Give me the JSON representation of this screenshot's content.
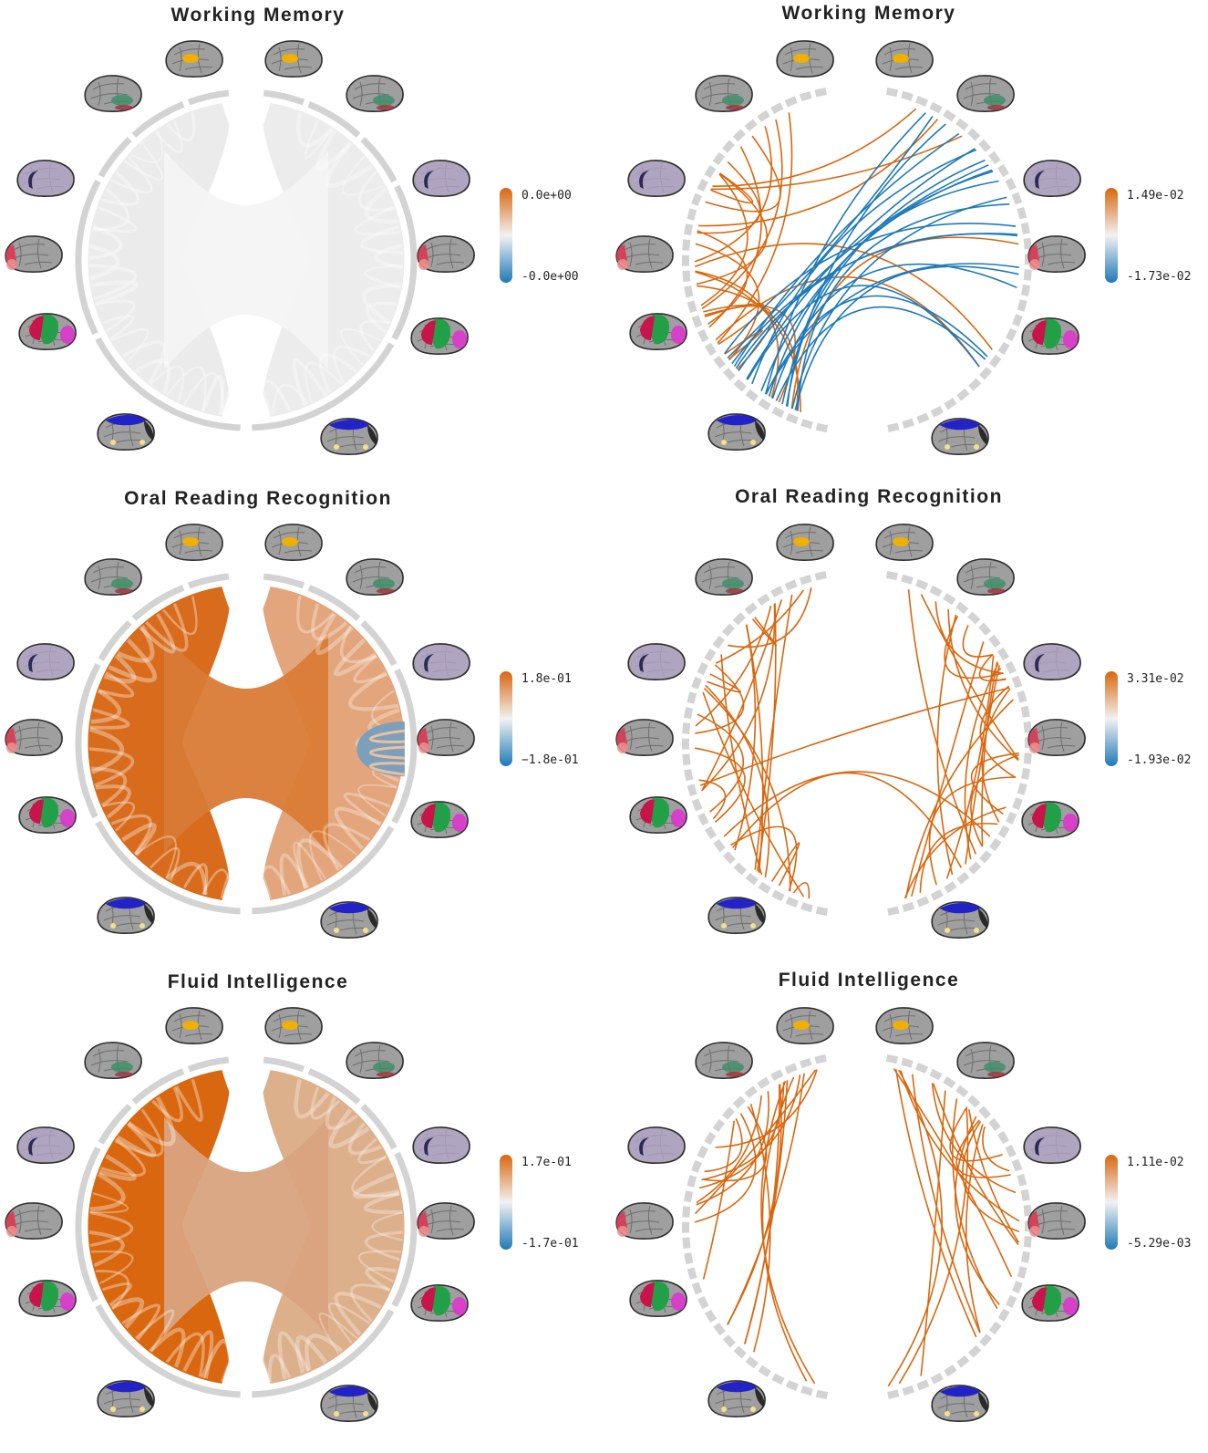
{
  "figure": {
    "panels": [
      {
        "title": "Working Memory",
        "style": "ribbon",
        "colorbar": {
          "max_label": "0.0e+00",
          "min_label": "-0.0e+00"
        },
        "fill": {
          "left": "#ebebeb",
          "right": "#ececec",
          "center": "#f4f4f4"
        },
        "has_inset": false
      },
      {
        "title": "Working Memory",
        "style": "lines",
        "colorbar": {
          "max_label": "1.49e-02",
          "min_label": "-1.73e-02"
        },
        "edge_counts": {
          "positive": 24,
          "negative": 22
        },
        "edge_pattern": "cross"
      },
      {
        "title": "Oral Reading Recognition",
        "style": "ribbon",
        "colorbar": {
          "max_label": "1.8e-01",
          "min_label": "−1.8e-01"
        },
        "fill": {
          "left": "#d86c1c",
          "right": "#e2a57c",
          "center": "#d97b36"
        },
        "has_inset": true
      },
      {
        "title": "Oral Reading Recognition",
        "style": "lines",
        "colorbar": {
          "max_label": "3.31e-02",
          "min_label": "-1.93e-02"
        },
        "edge_counts": {
          "positive": 44,
          "negative": 0
        },
        "edge_pattern": "both"
      },
      {
        "title": "Fluid Intelligence",
        "style": "ribbon",
        "colorbar": {
          "max_label": "1.7e-01",
          "min_label": "-1.7e-01"
        },
        "fill": {
          "left": "#d8670f",
          "right": "#ddb08c",
          "center": "#d9a37f"
        },
        "has_inset": false
      },
      {
        "title": "Fluid Intelligence",
        "style": "lines",
        "colorbar": {
          "max_label": "1.11e-02",
          "min_label": "-5.29e-03"
        },
        "edge_counts": {
          "positive": 34,
          "negative": 0
        },
        "edge_pattern": "separate"
      }
    ],
    "colors": {
      "positive": "#d8670f",
      "negative": "#1f7ab8",
      "ring": "#d3d3d3",
      "inset": "#7c9fbb"
    },
    "brain_icons": {
      "count_per_panel": 12,
      "regions": [
        "auditory-yellow",
        "somatomotor-green",
        "default-purple",
        "visual-red",
        "frontoparietal-green-magenta",
        "dorsal-attention-blue"
      ]
    }
  }
}
